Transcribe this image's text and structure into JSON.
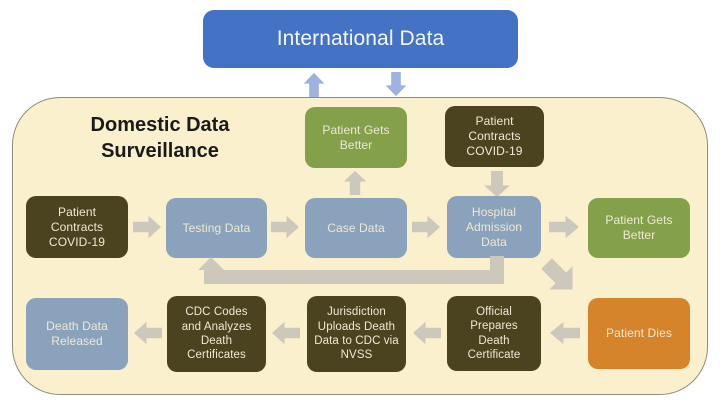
{
  "diagram": {
    "international_label": "International Data",
    "domestic_title": "Domestic Data Surveillance"
  },
  "nodes": {
    "patient_gets_better_top": "Patient Gets Better",
    "patient_contracts_top": "Patient Contracts COVID-19",
    "patient_contracts_mid": "Patient Contracts COVID-19",
    "testing_data": "Testing Data",
    "case_data": "Case Data",
    "hospital_admission": "Hospital Admission Data",
    "patient_gets_better_right": "Patient Gets Better",
    "death_data_released": "Death Data Released",
    "cdc_codes": "CDC Codes and Analyzes Death Certificates",
    "jurisdiction_uploads": "Jurisdiction Uploads Death Data to CDC via NVSS",
    "official_prepares": "Official Prepares Death Certificate",
    "patient_dies": "Patient Dies"
  },
  "colors": {
    "international_blue": "#4472C4",
    "international_text": "#F4F8FF",
    "container_cream": "#FBF0CE",
    "container_border": "#8D8D7B",
    "dark_brown": "#4B431F",
    "blue_gray": "#8AA2BC",
    "green": "#85A04A",
    "orange": "#D5842B",
    "box_text": "#EEE9D5",
    "gray_arrow": "#CDC8BC",
    "blue_arrow": "#9DB2DE"
  },
  "icons": {
    "block_arrow_up": "up",
    "block_arrow_down": "down",
    "block_arrow_left": "left",
    "block_arrow_right": "right",
    "block_arrow_diagonal": "diag",
    "block_arrow_elbow": "elbow"
  }
}
